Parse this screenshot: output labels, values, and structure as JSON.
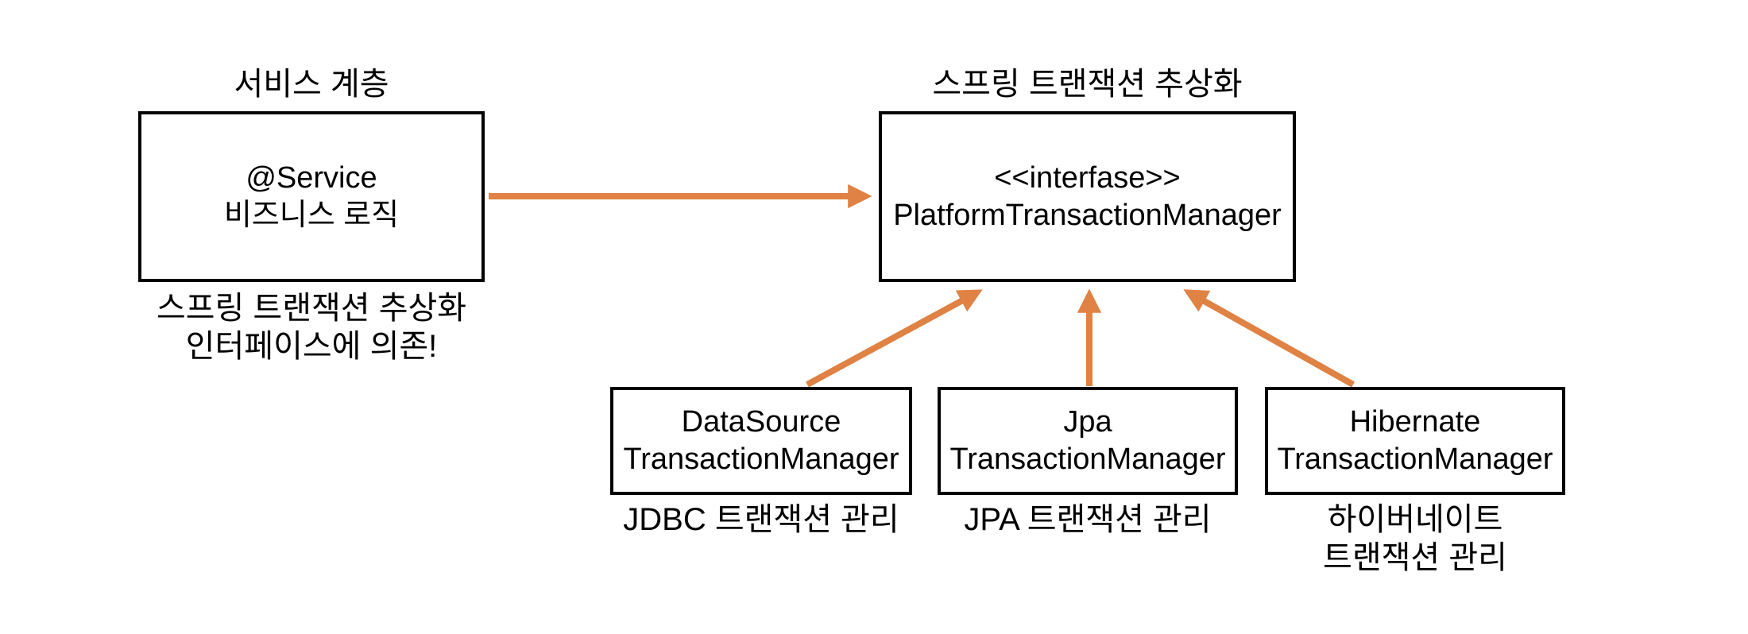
{
  "colors": {
    "arrow": "#DF8244",
    "border": "#000000",
    "text": "#000000",
    "background": "#FFFFFF"
  },
  "service": {
    "label": "서비스 계층",
    "box": {
      "line1": "@Service",
      "line2": "비즈니스 로직"
    },
    "caption": {
      "line1": "스프링 트랜잭션 추상화",
      "line2": "인터페이스에 의존!"
    }
  },
  "abstraction": {
    "label": "스프링 트랜잭션 추상화",
    "box": {
      "line1": "<<interfase>>",
      "line2": "PlatformTransactionManager"
    }
  },
  "implementations": [
    {
      "box": {
        "line1": "DataSource",
        "line2": "TransactionManager"
      },
      "caption": [
        "JDBC 트랜잭션 관리"
      ]
    },
    {
      "box": {
        "line1": "Jpa",
        "line2": "TransactionManager"
      },
      "caption": [
        "JPA 트랜잭션 관리"
      ]
    },
    {
      "box": {
        "line1": "Hibernate",
        "line2": "TransactionManager"
      },
      "caption": [
        "하이버네이트",
        "트랜잭션 관리"
      ]
    }
  ]
}
